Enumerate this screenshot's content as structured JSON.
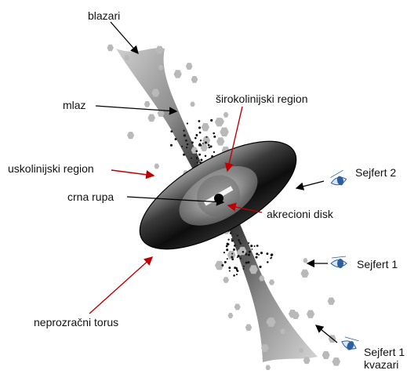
{
  "labels": {
    "blazars": "blazari",
    "jet": "mlaz",
    "broad_line_region": "širokolinijski region",
    "narrow_line_region": "uskolinijski region",
    "black_hole": "crna rupa",
    "accretion_disk": "akrecioni disk",
    "torus": "neprozračni torus",
    "seyfert2": "Sejfert 2",
    "seyfert1": "Sejfert 1",
    "seyfert1_quasar_line1": "Sejfert 1",
    "seyfert1_quasar_line2": "kvazari"
  },
  "colors": {
    "red_arrow": "#c00000",
    "black_arrow": "#000000",
    "eye": "#2c5fa0",
    "cloud": "#b8b8b8",
    "torus_dark": "#1a1a1a",
    "jet": "#2a2a2a"
  },
  "icons": [
    "eye-icon",
    "eye-icon",
    "eye-icon"
  ]
}
